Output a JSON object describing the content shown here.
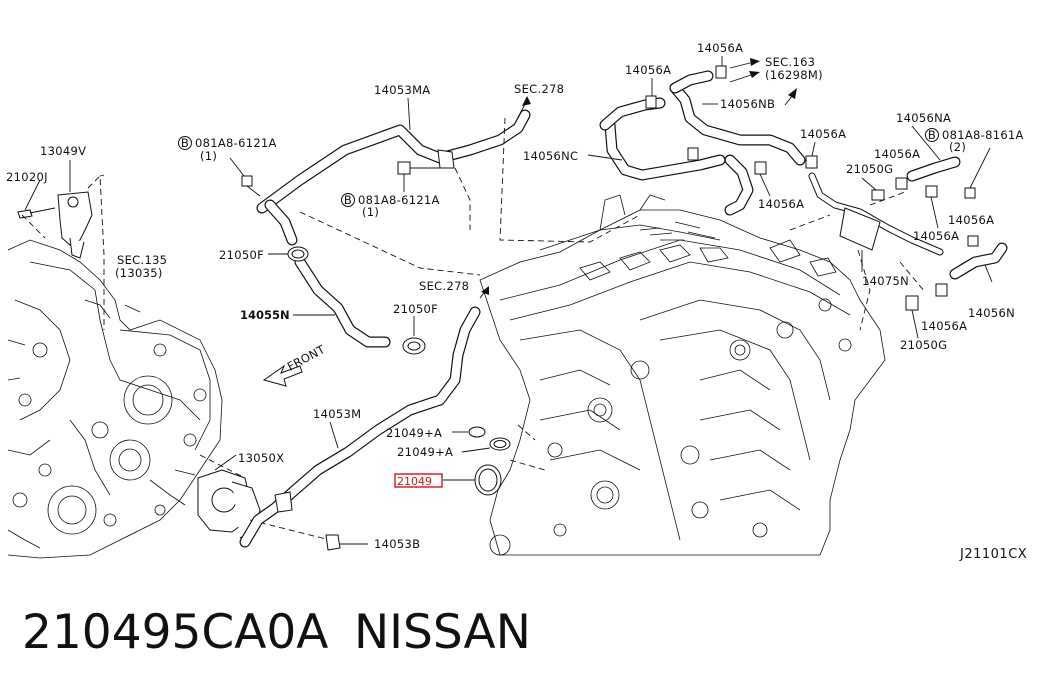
{
  "diagram": {
    "figure_code": "J21101CX",
    "caption": {
      "part_number": "210495CA0A",
      "brand": "NISSAN"
    },
    "highlighted_label": "21049",
    "labels": {
      "l_14056A_top": "14056A",
      "l_sec163": "SEC.163",
      "l_sec163_sub": "(16298M)",
      "l_14056A_2": "14056A",
      "l_14053MA": "14053MA",
      "l_sec278_top": "SEC.278",
      "l_14056NB": "14056NB",
      "l_14056A_3": "14056A",
      "l_14056NA": "14056NA",
      "l_bolt2": "081A8-8161A",
      "l_bolt2_qty": "(2)",
      "l_13049V": "13049V",
      "l_bolt1": "081A8-6121A",
      "l_bolt1_qty": "(1)",
      "l_14056NC": "14056NC",
      "l_21050G_top": "21050G",
      "l_14056A_4": "14056A",
      "l_21020J": "21020J",
      "l_bolt3": "081A8-6121A",
      "l_bolt3_qty": "(1)",
      "l_14056A_5": "14056A",
      "l_14056A_6": "14056A",
      "l_14056A_7": "14056A",
      "l_sec135": "SEC.135",
      "l_sec135_sub": "(13035)",
      "l_21050F_1": "21050F",
      "l_sec278_mid": "SEC.278",
      "l_14075N": "14075N",
      "l_14055N": "14055N",
      "l_21050F_2": "21050F",
      "l_14056N": "14056N",
      "l_14056A_8": "14056A",
      "l_21050G_bot": "21050G",
      "l_front": "FRONT",
      "l_14053M": "14053M",
      "l_21049A_1": "21049+A",
      "l_21049A_2": "21049+A",
      "l_13050X": "13050X",
      "l_14053B": "14053B"
    },
    "symbols": {
      "bolt_marker": "B"
    }
  }
}
